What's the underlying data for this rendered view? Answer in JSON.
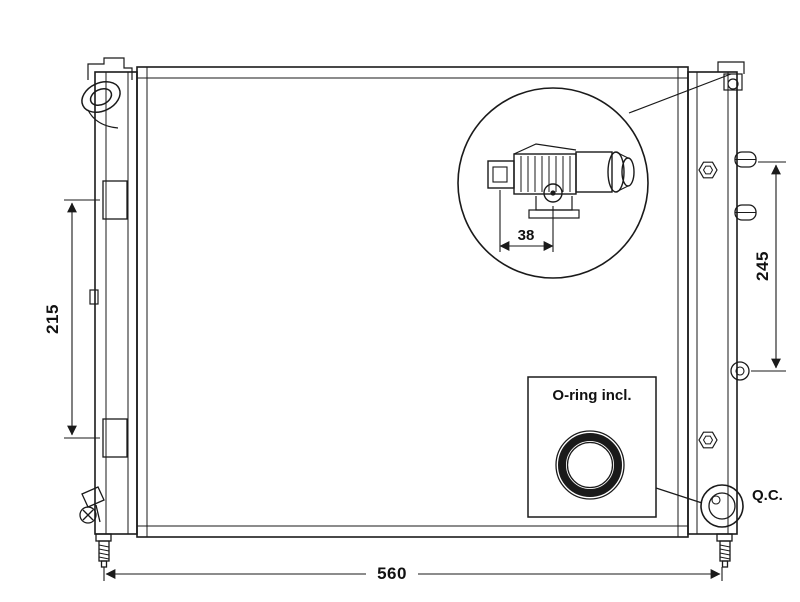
{
  "dimensions": {
    "left_height": "215",
    "right_height": "245",
    "bottom_width": "560",
    "detail_width": "38"
  },
  "labels": {
    "oring_box": "O-ring incl.",
    "quick_connector": "Q.C."
  },
  "colors": {
    "line": "#1a1a1a",
    "background": "#ffffff"
  }
}
